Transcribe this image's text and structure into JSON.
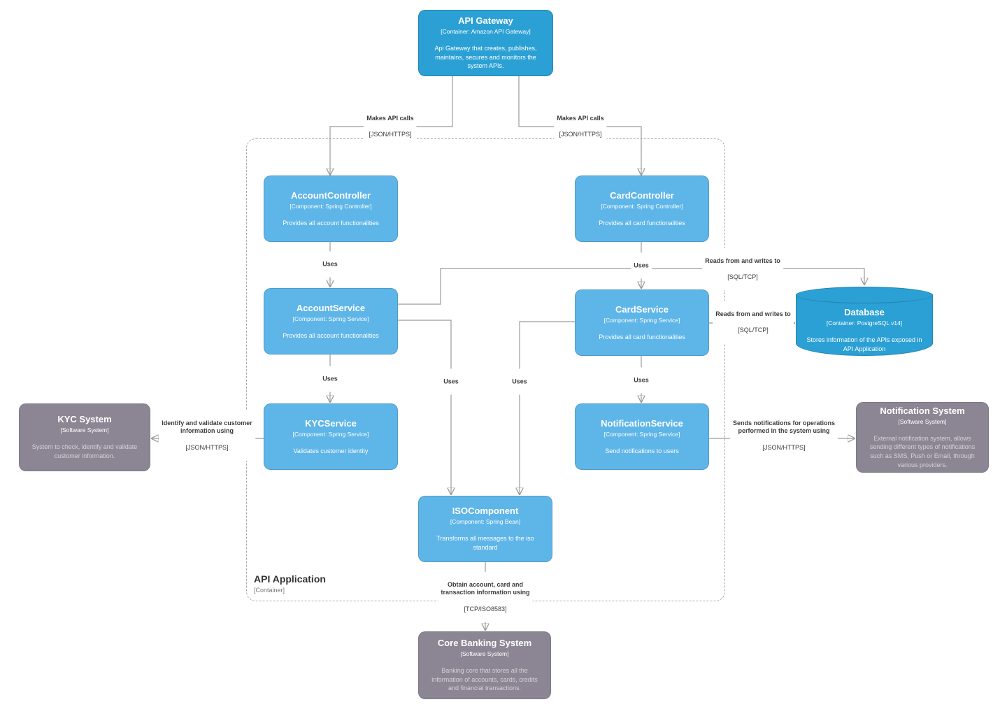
{
  "boundary": {
    "name": "API Application",
    "type_label": "[Container]"
  },
  "nodes": {
    "api_gateway": {
      "title": "API Gateway",
      "meta": "[Container: Amazon API Gateway]",
      "desc": "Api Gateway that creates, publishes, maintains, secures and monitors the system APIs."
    },
    "account_controller": {
      "title": "AccountController",
      "meta": "[Component: Spring Controller]",
      "desc": "Provides all account functionalities"
    },
    "card_controller": {
      "title": "CardController",
      "meta": "[Component: Spring Controller]",
      "desc": "Provides all card functionalities"
    },
    "account_service": {
      "title": "AccountService",
      "meta": "[Component: Spring Service]",
      "desc": "Provides all account functionalities"
    },
    "card_service": {
      "title": "CardService",
      "meta": "[Component: Spring Service]",
      "desc": "Provides all card functionalities"
    },
    "database": {
      "title": "Database",
      "meta": "[Container: PostgreSQL v14]",
      "desc": "Stores information of the APIs exposed in API Application"
    },
    "kyc_system": {
      "title": "KYC System",
      "meta": "[Software System]",
      "desc": "System to check, identify and validate customer information."
    },
    "kyc_service": {
      "title": "KYCService",
      "meta": "[Component: Spring Service]",
      "desc": "Validates customer identity"
    },
    "notification_service": {
      "title": "NotificationService",
      "meta": "[Component: Spring Service]",
      "desc": "Send notifications to users"
    },
    "notification_system": {
      "title": "Notification System",
      "meta": "[Software System]",
      "desc": "External notification system, allows sending different types of notifications such as SMS, Push or Email, through various providers."
    },
    "iso_component": {
      "title": "ISOComponent",
      "meta": "[Component: Spring Bean]",
      "desc": "Transforms all messages to the iso standard"
    },
    "core_banking_system": {
      "title": "Core Banking System",
      "meta": "[Software System]",
      "desc": "Banking core that stores all the information of accounts, cards, credits and financial transactions."
    }
  },
  "edges": {
    "gateway_account_controller": {
      "desc": "Makes API calls",
      "tech": "[JSON/HTTPS]"
    },
    "gateway_card_controller": {
      "desc": "Makes API calls",
      "tech": "[JSON/HTTPS]"
    },
    "account_controller_account_service": {
      "desc": "Uses"
    },
    "card_controller_card_service": {
      "desc": "Uses"
    },
    "account_service_database": {
      "desc": "Reads from and writes to",
      "tech": "[SQL/TCP]"
    },
    "card_service_database": {
      "desc": "Reads from and writes to",
      "tech": "[SQL/TCP]"
    },
    "account_service_kyc_service": {
      "desc": "Uses"
    },
    "account_service_iso_component": {
      "desc": "Uses"
    },
    "card_service_iso_component": {
      "desc": "Uses"
    },
    "card_service_notification_service": {
      "desc": "Uses"
    },
    "kyc_service_kyc_system": {
      "desc": "Identify and validate customer\ninformation using",
      "tech": "[JSON/HTTPS]"
    },
    "notification_service_notification_system": {
      "desc": "Sends notifications for operations\nperformed in the system using",
      "tech": "[JSON/HTTPS]"
    },
    "iso_component_core_banking": {
      "desc": "Obtain account, card and\ntransaction information using",
      "tech": "[TCP/ISO8583]"
    }
  },
  "colors": {
    "primary_blue": "#2ba0d5",
    "component_blue": "#5eb5e8",
    "external_gray": "#8c8694",
    "line_gray": "#9b9b9b",
    "arrow_gray": "#828282",
    "label_text": "#3c3c3c",
    "background": "#ffffff"
  }
}
